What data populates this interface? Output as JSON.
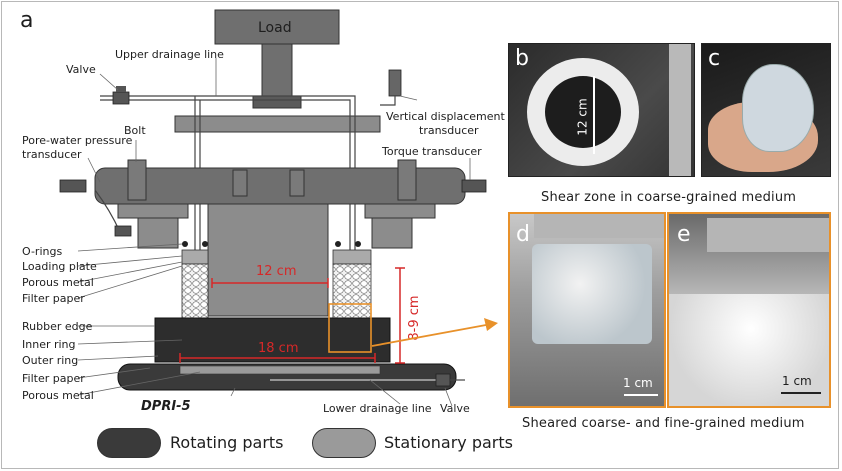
{
  "panel_labels": {
    "a": "a",
    "b": "b",
    "c": "c",
    "d": "d",
    "e": "e"
  },
  "labels": {
    "load": "Load",
    "upper_drainage": "Upper drainage line",
    "valve_top": "Valve",
    "bolt": "Bolt",
    "vertical_transducer_1": "Vertical displacement",
    "vertical_transducer_2": "transducer",
    "pore_water_1": "Pore-water pressure",
    "pore_water_2": "transducer",
    "torque": "Torque transducer",
    "o_rings": "O-rings",
    "loading_plate": "Loading plate",
    "porous_metal_top": "Porous metal",
    "filter_paper_top": "Filter paper",
    "rubber_edge": "Rubber edge",
    "inner_ring": "Inner ring",
    "outer_ring": "Outer ring",
    "filter_paper_bottom": "Filter paper",
    "porous_metal_bottom": "Porous metal",
    "dpri": "DPRI-5",
    "lower_drainage": "Lower drainage line",
    "valve_bottom": "Valve",
    "dim_12": "12 cm",
    "dim_18": "18 cm",
    "dim_height": "8-9 cm"
  },
  "photo_labels": {
    "b_scale": "12 cm",
    "d_scale": "1 cm",
    "e_scale": "1 cm"
  },
  "captions": {
    "top": "Shear zone in coarse-grained medium",
    "bottom": "Sheared coarse- and fine-grained medium"
  },
  "legend": {
    "rotating": "Rotating parts",
    "stationary": "Stationary parts"
  },
  "colors": {
    "rotating": "#3a3a3a",
    "stationary": "#8c8c8c",
    "dimension": "#d62828",
    "highlight": "#e8912a"
  }
}
